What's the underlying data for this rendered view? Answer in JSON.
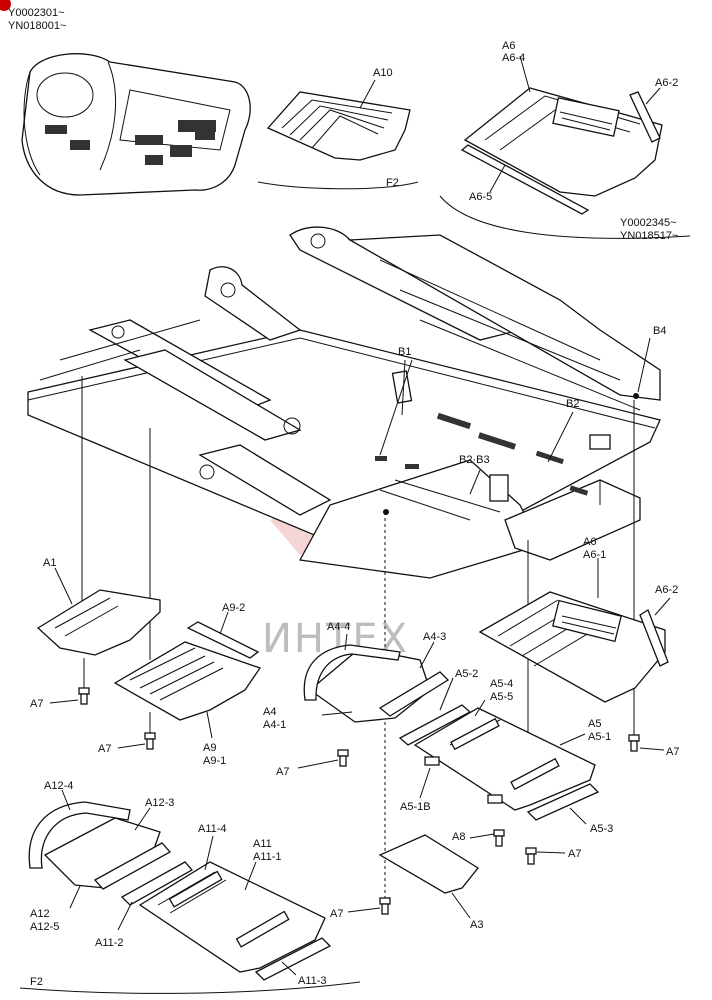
{
  "serials": {
    "top_left": [
      "Y0002301~",
      "YN018001~"
    ],
    "top_right": [
      "Y0002345~",
      "YN018517~"
    ]
  },
  "watermark": "ИНТЕХ",
  "colors": {
    "ink": "#111111",
    "watermark": "#e9a0a0",
    "corner_mark": "#cc0000"
  },
  "inset_labels": {
    "a10": "A10",
    "f2_top": "F2",
    "a6_top": "A6",
    "a6_4": "A6-4",
    "a6_2_top": "A6-2",
    "a6_5": "A6-5"
  },
  "frame_labels": {
    "b1": "B1",
    "b4": "B4",
    "b2": "B2",
    "b2b3": "B2·B3"
  },
  "part_labels": {
    "a1": "A1",
    "a7_1": "A7",
    "a9_2": "A9-2",
    "a7_2": "A7",
    "a9": "A9",
    "a9_1": "A9-1",
    "a4_4": "A4-4",
    "a4_3": "A4-3",
    "a4": "A4",
    "a4_1": "A4-1",
    "a7_3": "A7",
    "a5_2": "A5-2",
    "a5_4": "A5-4",
    "a5_5": "A5-5",
    "a5": "A5",
    "a5_1": "A5-1",
    "a5_1b": "A5-1B",
    "a5_3": "A5-3",
    "a6": "A6",
    "a6_1": "A6-1",
    "a6_2": "A6-2",
    "a7_4": "A7",
    "a8": "A8",
    "a7_5": "A7",
    "a3": "A3",
    "a7_6": "A7",
    "a12_4": "A12-4",
    "a12_3": "A12-3",
    "a12": "A12",
    "a12_5": "A12-5",
    "a11_4": "A11-4",
    "a11": "A11",
    "a11_1": "A11-1",
    "a11_2": "A11-2",
    "a11_3": "A11-3",
    "f2_bottom": "F2"
  }
}
